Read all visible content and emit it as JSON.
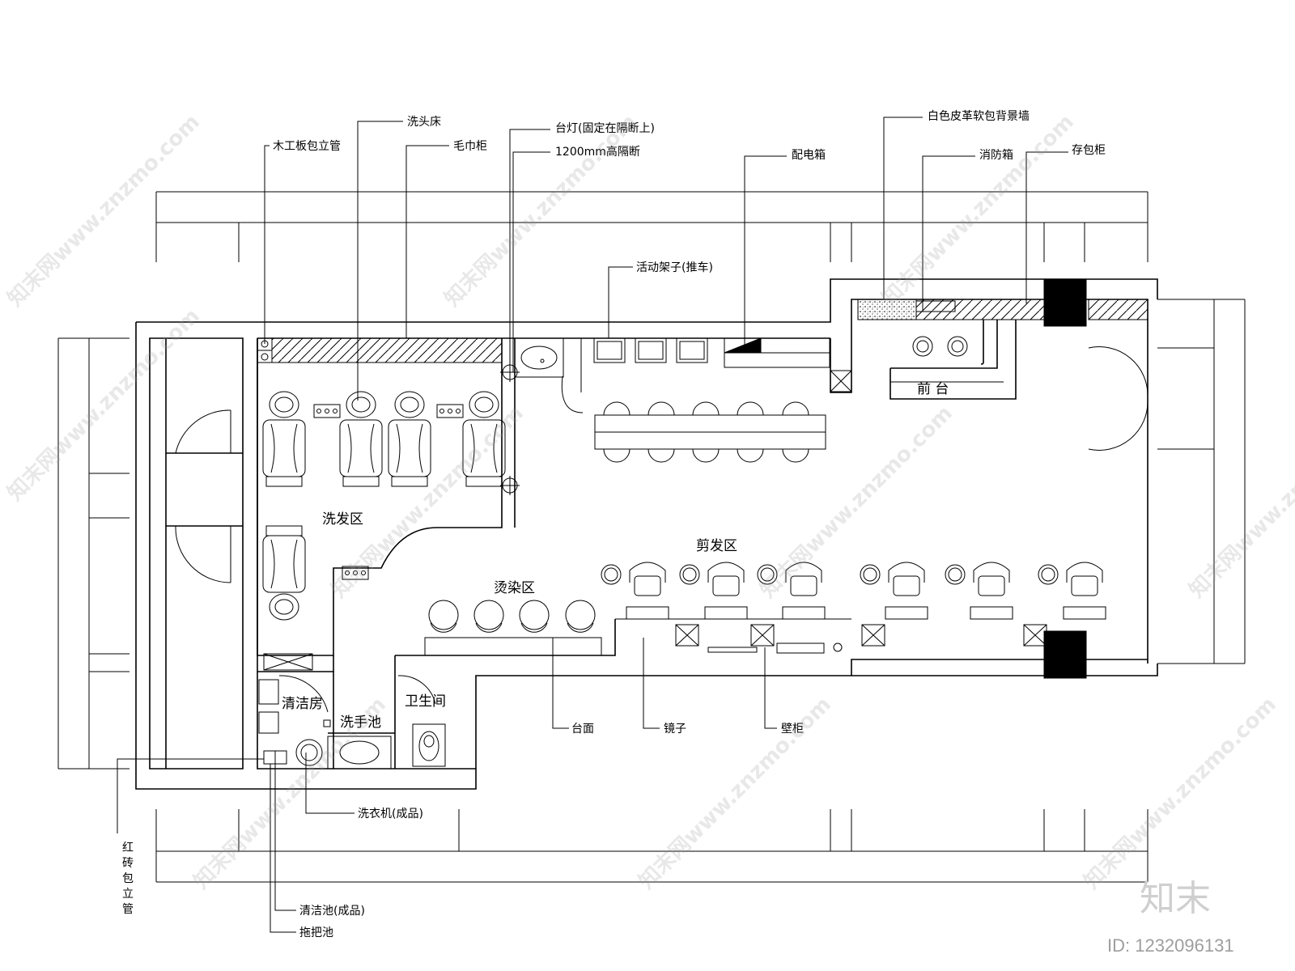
{
  "labels": {
    "wood_board_pipe": "木工板包立管",
    "shampoo_bed": "洗头床",
    "towel_cabinet": "毛巾柜",
    "desk_lamp": "台灯(固定在隔断上)",
    "partition_1200": "1200mm高隔断",
    "mobile_rack": "活动架子(推车)",
    "distribution_box": "配电箱",
    "leather_wall": "白色皮革软包背景墙",
    "fire_box": "消防箱",
    "locker": "存包柜",
    "reception": "前 台",
    "wash_area": "洗发区",
    "cut_area": "剪发区",
    "perm_area": "烫染区",
    "cleaning_room": "清洁房",
    "hand_basin": "洗手池",
    "toilet": "卫生间",
    "counter": "台面",
    "mirror": "镜子",
    "wall_cabinet": "壁柜",
    "washer": "洗衣机(成品)",
    "brick_pipe": [
      "红",
      "砖",
      "包",
      "立",
      "管"
    ],
    "clean_sink": "清洁池(成品)",
    "mop_sink": "拖把池"
  },
  "watermark": {
    "text": "知末网www.znzmo.com",
    "brand": "知末",
    "id": "ID: 1232096131"
  }
}
